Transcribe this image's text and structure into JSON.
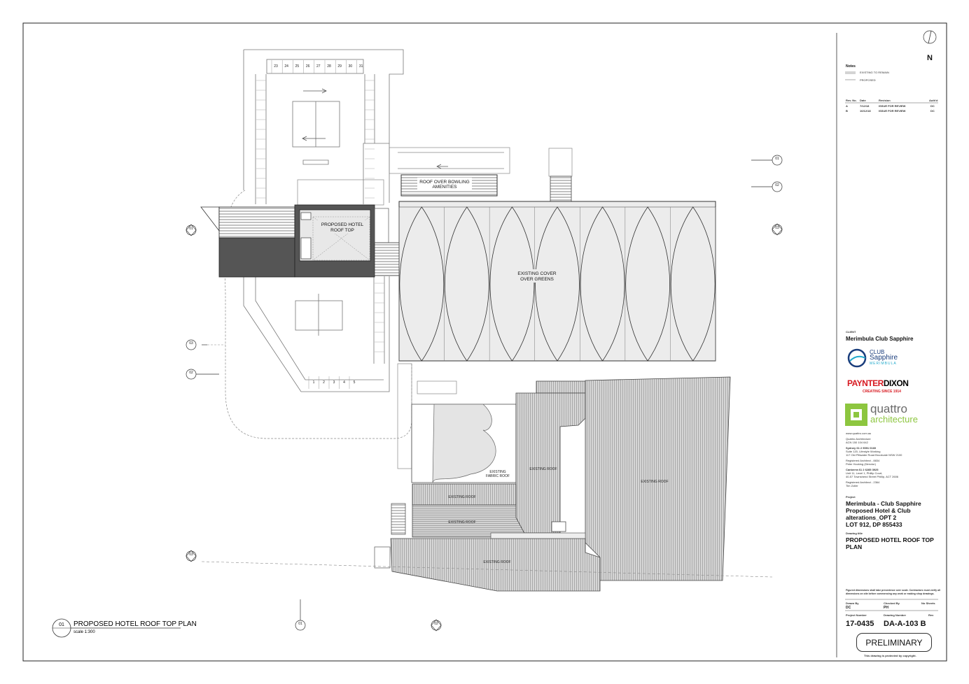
{
  "plan": {
    "hotel_label_1": "PROPOSED HOTEL",
    "hotel_label_2": "ROOF TOP",
    "amenities_label_1": "ROOF OVER BOWLING",
    "amenities_label_2": "AMENITIES",
    "greens_label_1": "EXISTING COVER",
    "greens_label_2": "OVER GREENS",
    "existing_roof": "EXISTING ROOF",
    "fabric_roof_1": "EXISTING",
    "fabric_roof_2": "FABRIC ROOF",
    "bay_numbers_top": [
      "23",
      "24",
      "25",
      "26",
      "27",
      "28",
      "29",
      "30",
      "31"
    ],
    "bay_numbers_bottom": [
      "1",
      "2",
      "3",
      "4",
      "5"
    ],
    "callout_01": "01",
    "callout_02": "02",
    "callout_03": "03",
    "callout_ref": "DA-A-303"
  },
  "drawing_title": {
    "number": "01",
    "title": "PROPOSED HOTEL ROOF TOP PLAN",
    "scale": "scale 1:300"
  },
  "title_block": {
    "north": "N",
    "notes_heading": "Notes",
    "legend_existing": "EXISTING TO REMAIN",
    "legend_proposed": "PROPOSED",
    "rev_headers": [
      "Rev. No.",
      "Date",
      "Revision",
      "Auth'd"
    ],
    "revisions": [
      {
        "rev": "A",
        "date": "7/12/18",
        "desc": "ISSUE FOR REVIEW",
        "auth": "DC"
      },
      {
        "rev": "B",
        "date": "10/12/18",
        "desc": "ISSUE FOR REVIEW",
        "auth": "DC"
      }
    ],
    "client_heading": "CLIENT",
    "client": "Merimbula Club Sapphire",
    "logo_club_1": "CLUB",
    "logo_club_2": "Sapphire",
    "logo_club_3": "MERIMBULA",
    "logo_painter_1": "PAYNTER",
    "logo_painter_2": "DIXON",
    "logo_painter_3": "CREATING SINCE 1914",
    "logo_quattro_1": "quattro",
    "logo_quattro_2": "architecture",
    "website": "www.quattro.com.au",
    "firm_1": "Quattro Architecture",
    "firm_2": "ACN 150 104 642",
    "sydney_1": "Sydney  61 2 9091 0160",
    "sydney_2": "Suite 120, Lifestyle Working",
    "sydney_3": "117 Old Pittwater Road Brookvale NSW 2100",
    "sydney_4": "Registered Architect - 8834",
    "sydney_5": "Peter Hocking (Director)",
    "canberra_1": "Canberra  61 2 6285 3925",
    "canberra_2": "Unit 11, Level 1, Phillip Court,",
    "canberra_3": "40-57 Townshend Street Phillip, ACT 2606",
    "canberra_4": "Registered Architect - 2364",
    "canberra_5": "Tim Zoller",
    "project_heading": "Project",
    "project_1": "Merimbula - Club Sapphire",
    "project_2": "Proposed Hotel & Club",
    "project_3": "alterations_OPT 2",
    "project_4": "LOT 912, DP 855433",
    "drawing_title_heading": "Drawing title",
    "drawing_title_1": "PROPOSED HOTEL ROOF TOP",
    "drawing_title_2": "PLAN",
    "disclaimer_1": "Figured dimensions shall take precedence over scale. Contractors must verify all",
    "disclaimer_2": "dimensions on site before commencing any work or making shop drawings.",
    "drawn_by_label": "Drawn By",
    "drawn_by": "DC",
    "checked_by_label": "Checked By",
    "checked_by": "PH",
    "no_sheets_label": "No Sheets",
    "project_number_label": "Project Number",
    "drawing_number_label": "Drawing Number",
    "rev_label": "Rev",
    "project_number": "17-0435",
    "drawing_number": "DA-A-103 B",
    "status": "PRELIMINARY",
    "copyright": "This drawing is protected by copyright."
  }
}
